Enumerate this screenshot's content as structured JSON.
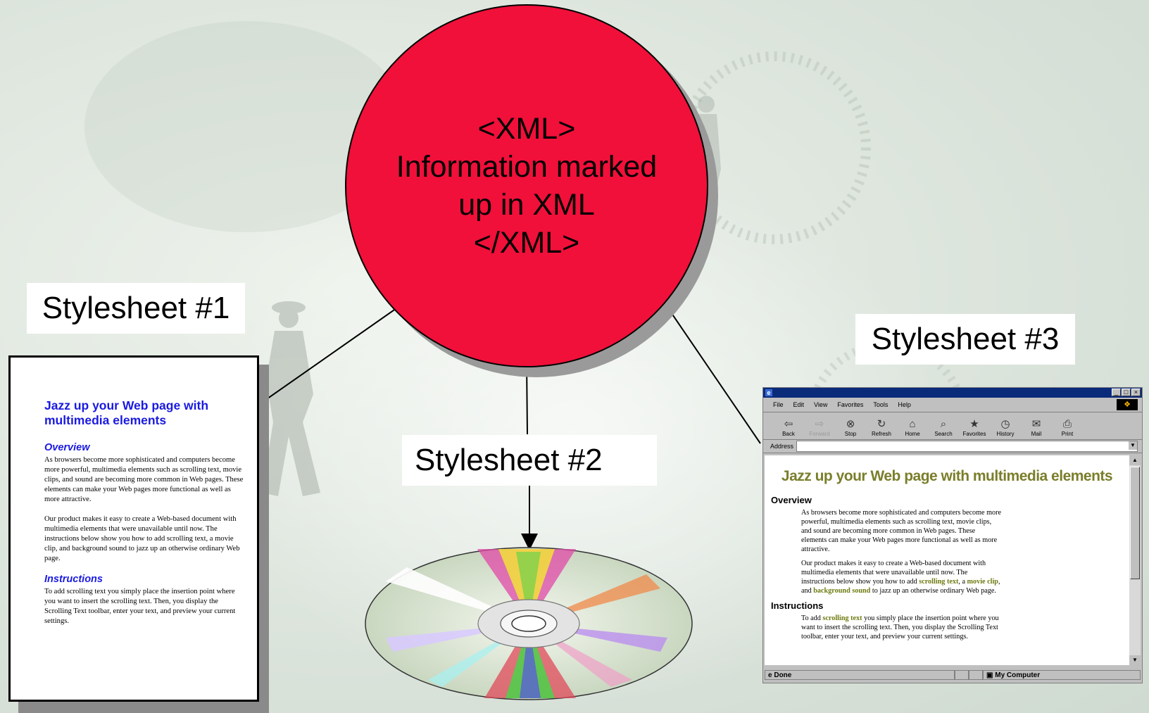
{
  "center": {
    "lines": [
      "<XML>",
      "Information marked",
      "up in XML",
      "</XML>"
    ]
  },
  "labels": {
    "stylesheet1": "Stylesheet #1",
    "stylesheet2": "Stylesheet #2",
    "stylesheet3": "Stylesheet #3"
  },
  "print_doc": {
    "title": "Jazz up your Web page with multimedia elements",
    "overview_heading": "Overview",
    "overview_p1": "As browsers become more sophisticated and computers become more powerful, multimedia elements such as scrolling text, movie clips, and sound are becoming more common in Web pages. These elements can make your Web pages more functional as well as more attractive.",
    "overview_p2": "Our product makes it easy to create a Web-based document with multimedia elements that were unavailable until now. The instructions below show you how to add scrolling text, a movie clip, and background sound to jazz up an otherwise ordinary Web page.",
    "instructions_heading": "Instructions",
    "instructions_p": "To add scrolling text you simply place the insertion point where you want to insert the scrolling text. Then, you display the Scrolling Text toolbar, enter your text, and preview your current settings."
  },
  "browser": {
    "menu": [
      "File",
      "Edit",
      "View",
      "Favorites",
      "Tools",
      "Help"
    ],
    "toolbar": [
      {
        "label": "Back",
        "icon": "⇦",
        "enabled": true
      },
      {
        "label": "Forward",
        "icon": "⇨",
        "enabled": false
      },
      {
        "label": "Stop",
        "icon": "⊗",
        "enabled": true
      },
      {
        "label": "Refresh",
        "icon": "↻",
        "enabled": true
      },
      {
        "label": "Home",
        "icon": "⌂",
        "enabled": true
      },
      {
        "label": "Search",
        "icon": "⌕",
        "enabled": true
      },
      {
        "label": "Favorites",
        "icon": "★",
        "enabled": true
      },
      {
        "label": "History",
        "icon": "◷",
        "enabled": true
      },
      {
        "label": "Mail",
        "icon": "✉",
        "enabled": true
      },
      {
        "label": "Print",
        "icon": "⎙",
        "enabled": true
      }
    ],
    "address_label": "Address",
    "address_value": "",
    "page_title": "Jazz up your Web page with multimedia elements",
    "overview_heading": "Overview",
    "overview_p1": "As browsers become more sophisticated and computers become more powerful, multimedia elements such as scrolling text, movie clips, and sound are becoming more common in Web pages. These elements can make your Web pages more functional as well as more attractive.",
    "overview_p2_a": "Our product makes it easy to create a Web-based document with multimedia elements that were unavailable until now. The instructions below show you how to add ",
    "overview_p2_link1": "scrolling text",
    "overview_p2_b": ", a ",
    "overview_p2_link2": "movie clip",
    "overview_p2_c": ", and ",
    "overview_p2_link3": "background sound",
    "overview_p2_d": " to jazz up an otherwise ordinary Web page.",
    "instructions_heading": "Instructions",
    "instructions_a": "To add ",
    "instructions_link": "scrolling text",
    "instructions_b": " you simply place the insertion point where you want to insert the scrolling text. Then, you display the Scrolling Text toolbar, enter your text, and preview your current settings.",
    "status_left": "Done",
    "status_right": "My Computer"
  },
  "colors": {
    "bubble": "#f0103a",
    "doc_heading": "#1a1ae0",
    "browser_heading": "#7a7e2a",
    "titlebar": "#0a2a7a"
  }
}
